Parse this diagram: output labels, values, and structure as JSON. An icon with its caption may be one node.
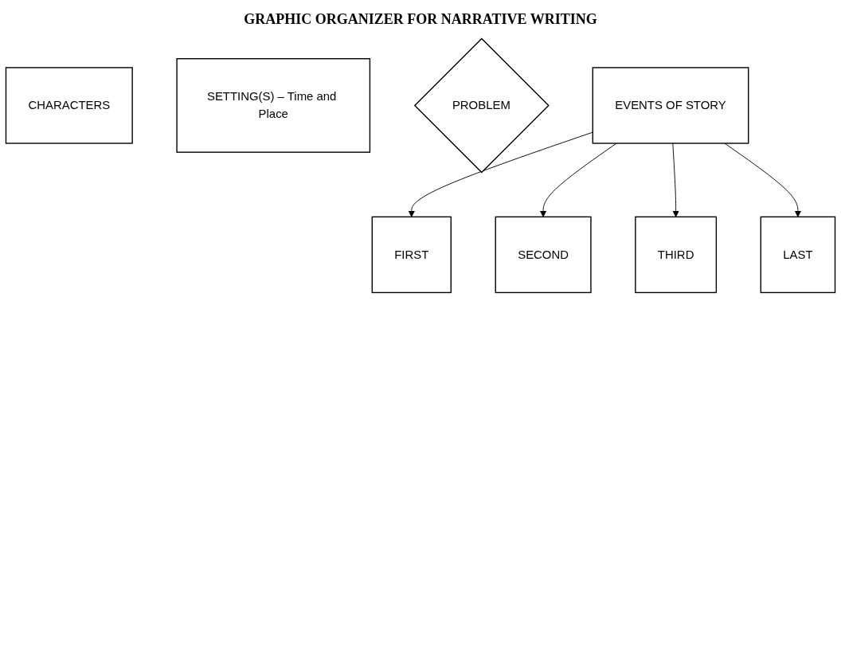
{
  "diagram": {
    "title": "GRAPHIC ORGANIZER FOR NARRATIVE WRITING",
    "nodes": [
      {
        "text": [
          "CHARACTERS"
        ]
      },
      {
        "text": [
          "SETTING(S) – Time and Place"
        ]
      },
      {
        "text": [
          "PROBLEM"
        ]
      },
      {
        "text": [
          "EVENTS OF STORY"
        ]
      },
      {
        "text": [
          "FIRST"
        ]
      },
      {
        "text": [
          "SECOND"
        ]
      },
      {
        "text": [
          "THIRD"
        ]
      },
      {
        "text": [
          "LAST"
        ]
      }
    ],
    "edges": [
      {
        "from": 3,
        "to": 4,
        "arrow": "to"
      },
      {
        "from": 3,
        "to": 5,
        "arrow": "to"
      },
      {
        "from": 3,
        "to": 6,
        "arrow": "to"
      },
      {
        "from": 3,
        "to": 7,
        "arrow": "to"
      }
    ]
  }
}
